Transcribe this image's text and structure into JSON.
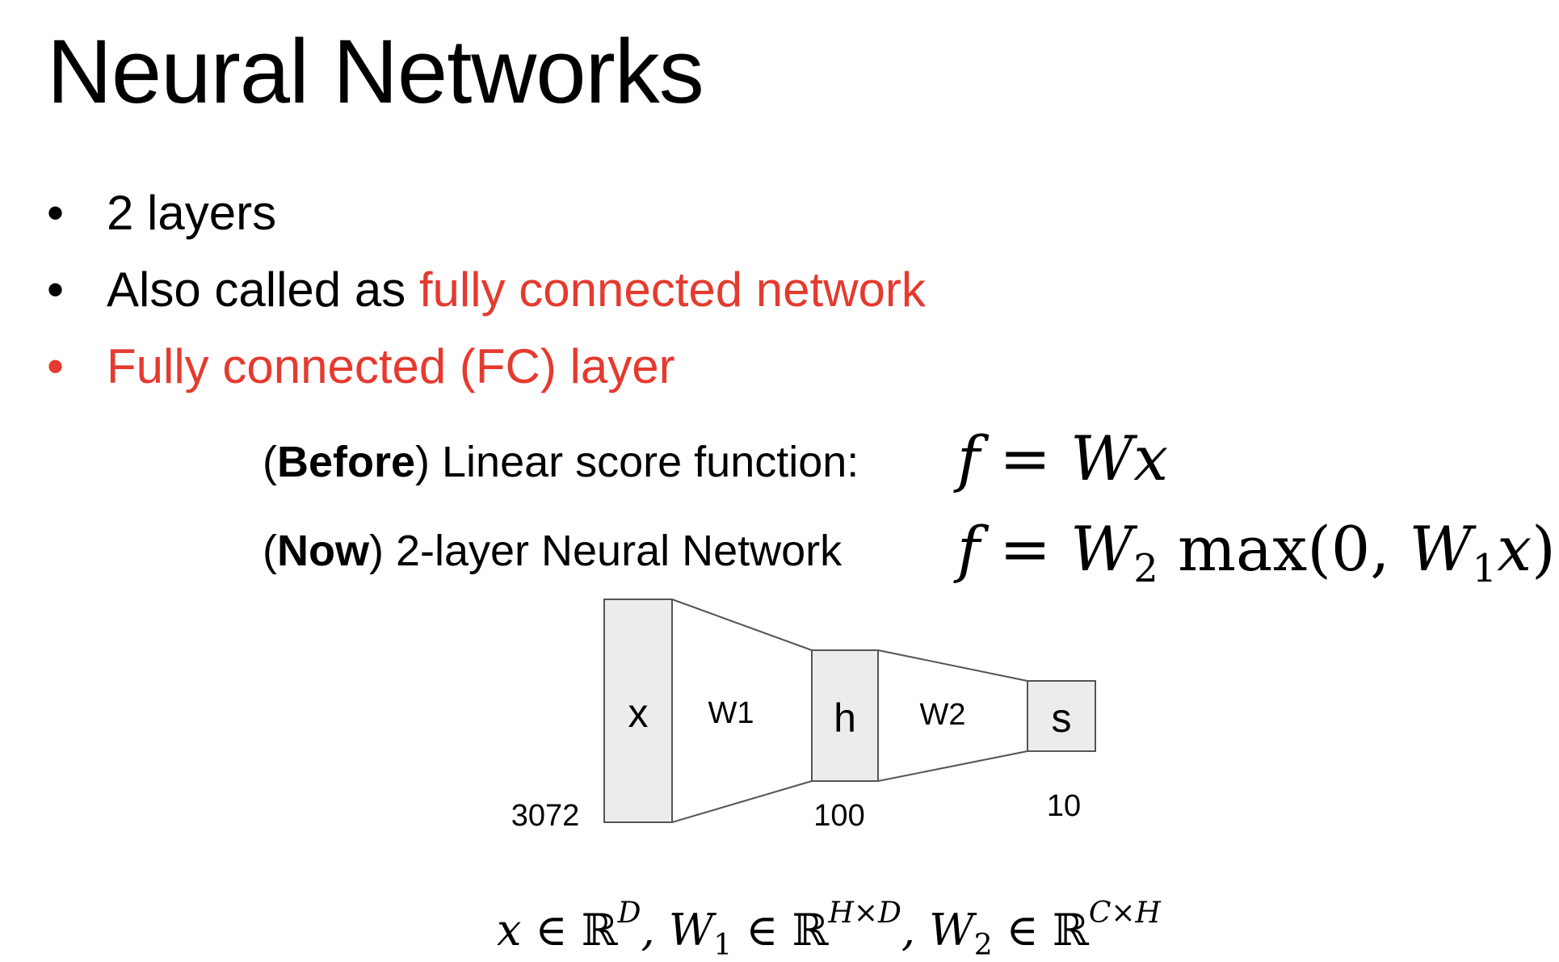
{
  "title": "Neural Networks",
  "bullets": [
    {
      "text": "2 layers"
    },
    {
      "prefix": "Also called as ",
      "highlight": "fully connected network"
    },
    {
      "text": "Fully connected (FC) layer"
    }
  ],
  "bullet_symbol": "•",
  "colors": {
    "accent": "#e53a2f",
    "box_fill": "#ececec",
    "text": "#000000"
  },
  "before": {
    "open": "(",
    "bold": "Before",
    "close": ") Linear score function:"
  },
  "now": {
    "open": "(",
    "bold": "Now",
    "close": ") 2-layer Neural Network"
  },
  "formula_before": {
    "lhs": "f",
    "eq": " = ",
    "rhs": "Wx"
  },
  "formula_now": {
    "lhs": "f",
    "eq": " = ",
    "w2": "W",
    "w2_sub": "2",
    "max": " max(0, ",
    "w1": "W",
    "w1_sub": "1",
    "x": "x",
    "close": ")"
  },
  "diagram": {
    "nodes": [
      {
        "label": "x",
        "size": "3072"
      },
      {
        "label": "h",
        "size": "100"
      },
      {
        "label": "s",
        "size": "10"
      }
    ],
    "weights": [
      "W1",
      "W2"
    ]
  },
  "domain": {
    "x": "x",
    "in": " ∈ ℝ",
    "D": "D",
    "W1": ", W",
    "W1_sub": "1",
    "in2": " ∈ ℝ",
    "HxD": "H×D",
    "W2": ", W",
    "W2_sub": "2",
    "in3": " ∈ ℝ",
    "CxH": "C×H"
  }
}
